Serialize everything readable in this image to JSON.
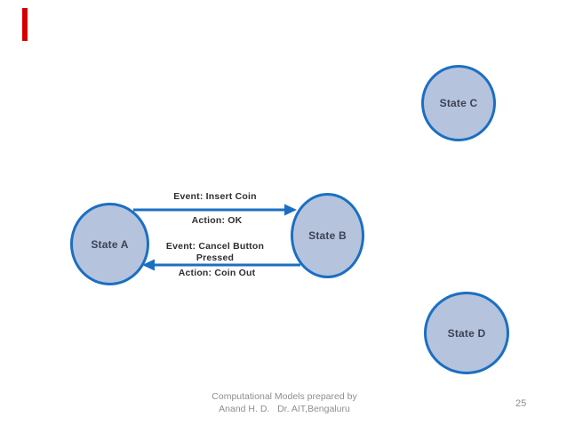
{
  "slide": {
    "footer": "Computational Models prepared by\nAnand H. D.   Dr. AIT,Bengaluru",
    "page_number": "25"
  },
  "diagram": {
    "states": [
      {
        "id": "A",
        "label": "State A"
      },
      {
        "id": "B",
        "label": "State B"
      },
      {
        "id": "C",
        "label": "State C"
      },
      {
        "id": "D",
        "label": "State D"
      }
    ],
    "transitions": [
      {
        "from": "State A",
        "to": "State B",
        "event_label": "Event: Insert Coin",
        "action_label": "Action: OK"
      },
      {
        "from": "State B",
        "to": "State A",
        "event_label": "Event: Cancel Button\nPressed",
        "action_label": "Action: Coin Out"
      }
    ]
  },
  "theme": {
    "bg": "#ffffff",
    "node_fill": "#b6c3dd",
    "node_stroke": "#1b6fc1",
    "arrow_color": "#1b6fc1",
    "state_text": "#3b4354",
    "edge_text": "#2e2e2e",
    "muted_text": "#8f8f8f",
    "red_accent": "#d40000"
  }
}
